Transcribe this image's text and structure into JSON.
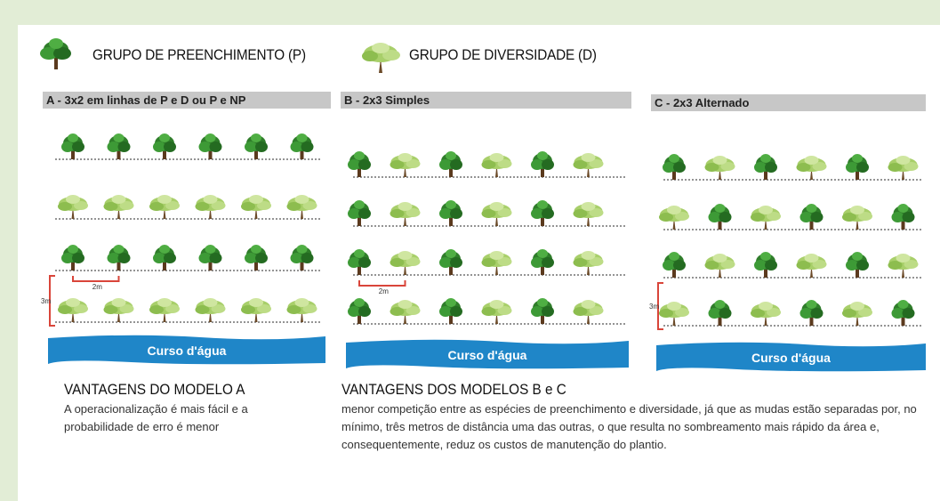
{
  "legend": {
    "fill_label": "GRUPO DE PREENCHIMENTO (P)",
    "diversity_label": "GRUPO DE DIVERSIDADE (D)"
  },
  "colors": {
    "background": "#e2edd6",
    "fill_tree": "#2f7d2a",
    "diversity_tree": "#a8cf6a",
    "water": "#1f86c8",
    "measure": "#d9453a"
  },
  "models": [
    {
      "id": "A",
      "title": "A - 3x2 em linhas de P e D ou P e NP",
      "rows": [
        [
          "P",
          "P",
          "P",
          "P",
          "P",
          "P"
        ],
        [
          "D",
          "D",
          "D",
          "D",
          "D",
          "D"
        ],
        [
          "P",
          "P",
          "P",
          "P",
          "P",
          "P"
        ],
        [
          "D",
          "D",
          "D",
          "D",
          "D",
          "D"
        ]
      ],
      "horizontal_spacing": "2m",
      "vertical_spacing": "3m",
      "water_label": "Curso d'água"
    },
    {
      "id": "B",
      "title": "B - 2x3 Simples",
      "rows": [
        [
          "P",
          "D",
          "P",
          "D",
          "P",
          "D"
        ],
        [
          "P",
          "D",
          "P",
          "D",
          "P",
          "D"
        ],
        [
          "P",
          "D",
          "P",
          "D",
          "P",
          "D"
        ],
        [
          "P",
          "D",
          "P",
          "D",
          "P",
          "D"
        ]
      ],
      "horizontal_spacing": "2m",
      "vertical_spacing": "",
      "water_label": "Curso d'água"
    },
    {
      "id": "C",
      "title": "C - 2x3 Alternado",
      "rows": [
        [
          "P",
          "D",
          "P",
          "D",
          "P",
          "D"
        ],
        [
          "D",
          "P",
          "D",
          "P",
          "D",
          "P"
        ],
        [
          "P",
          "D",
          "P",
          "D",
          "P",
          "D"
        ],
        [
          "D",
          "P",
          "D",
          "P",
          "D",
          "P"
        ]
      ],
      "horizontal_spacing": "",
      "vertical_spacing": "3m",
      "water_label": "Curso d'água"
    }
  ],
  "advantages_a": {
    "title": "VANTAGENS DO MODELO A",
    "text": "A operacionalização é mais fácil e a probabilidade de erro é menor"
  },
  "advantages_bc": {
    "title": "VANTAGENS DOS MODELOS B e C",
    "text": "menor competição entre as espécies de preenchimento e diversidade, já que as mudas estão separadas por, no mínimo, três metros de distância uma das outras, o que resulta no sombreamento mais rápido da área e, consequentemente, reduz os custos de manutenção do plantio."
  }
}
